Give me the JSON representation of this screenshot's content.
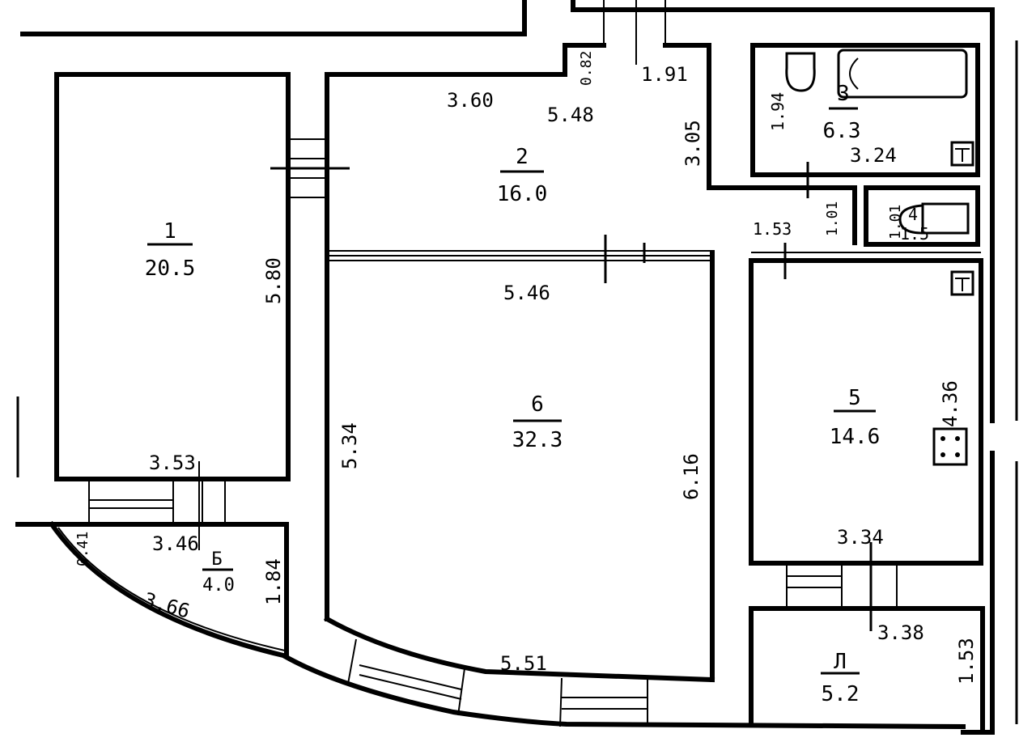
{
  "rooms": [
    {
      "no": "1",
      "area": "20.5"
    },
    {
      "no": "2",
      "area": "16.0"
    },
    {
      "no": "3",
      "area": "6.3"
    },
    {
      "no": "4",
      "area": "1.5"
    },
    {
      "no": "5",
      "area": "14.6"
    },
    {
      "no": "6",
      "area": "32.3"
    },
    {
      "no": "Б",
      "area": "4.0"
    },
    {
      "no": "Л",
      "area": "5.2"
    }
  ],
  "dimensions": [
    "3.60",
    "5.48",
    "0.82",
    "1.91",
    "3.05",
    "1.94",
    "3.24",
    "1.01",
    "1.01",
    "1.53",
    "5.80",
    "5.46",
    "5.34",
    "6.16",
    "4.36",
    "3.53",
    "3.46",
    "0.41",
    "1.84",
    "3.66",
    "5.51",
    "3.34",
    "3.38",
    "1.53"
  ]
}
